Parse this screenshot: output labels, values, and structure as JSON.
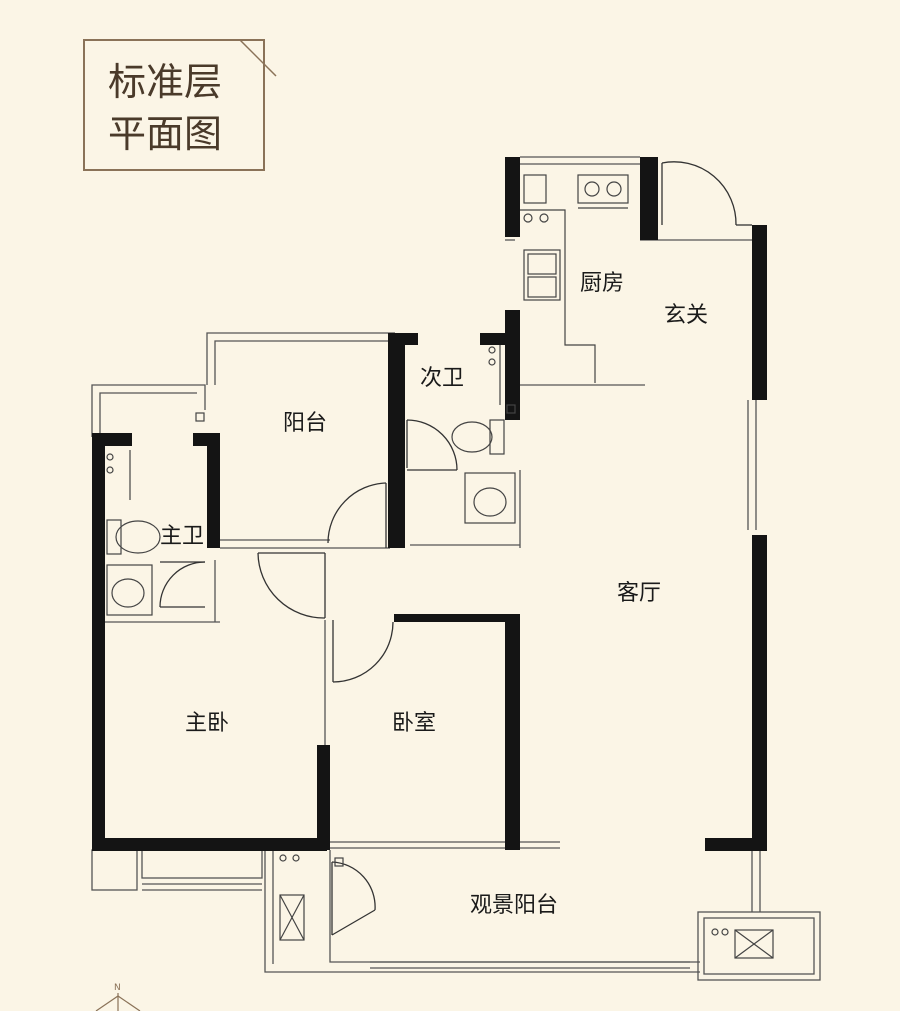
{
  "title": {
    "line1": "标准层",
    "line2": "平面图"
  },
  "rooms": {
    "kitchen": "厨房",
    "entrance": "玄关",
    "second_bath": "次卫",
    "balcony": "阳台",
    "master_bath": "主卫",
    "living_room": "客厅",
    "master_bedroom": "主卧",
    "bedroom": "卧室",
    "view_balcony": "观景阳台"
  },
  "compass": {
    "north": "N"
  },
  "colors": {
    "background": "#fbf5e6",
    "wall": "#141414",
    "title_frame": "#8a7258",
    "title_text": "#4a3a2a"
  }
}
